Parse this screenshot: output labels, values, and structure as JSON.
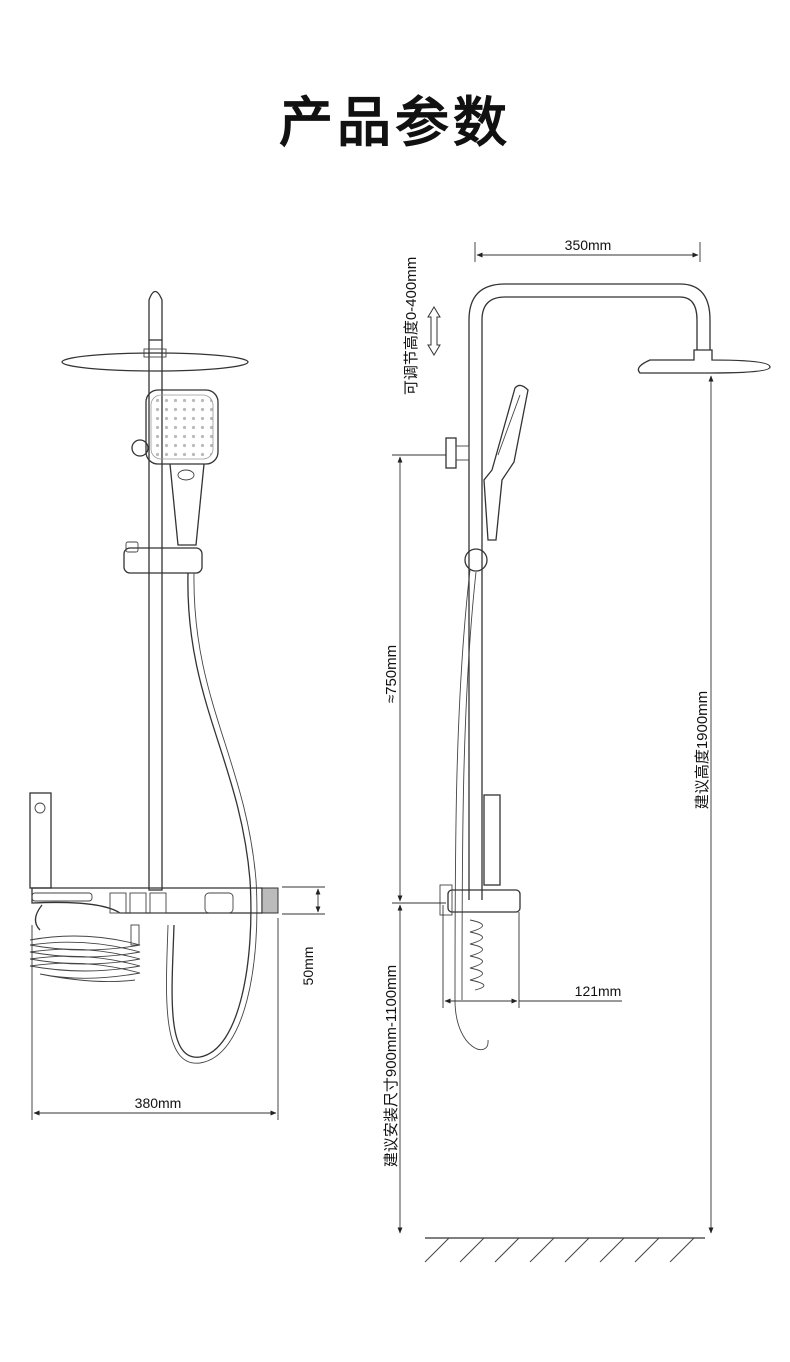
{
  "title": "产品参数",
  "dimensions": {
    "arm_width": "350mm",
    "adjustable_height": "可调节高度0-400mm",
    "approx_height": "≈750mm",
    "recommended_height": "建议高度1900mm",
    "faucet_height": "50mm",
    "install_size": "建议安装尺寸900mm-1100mm",
    "depth": "121mm",
    "width": "380mm"
  }
}
